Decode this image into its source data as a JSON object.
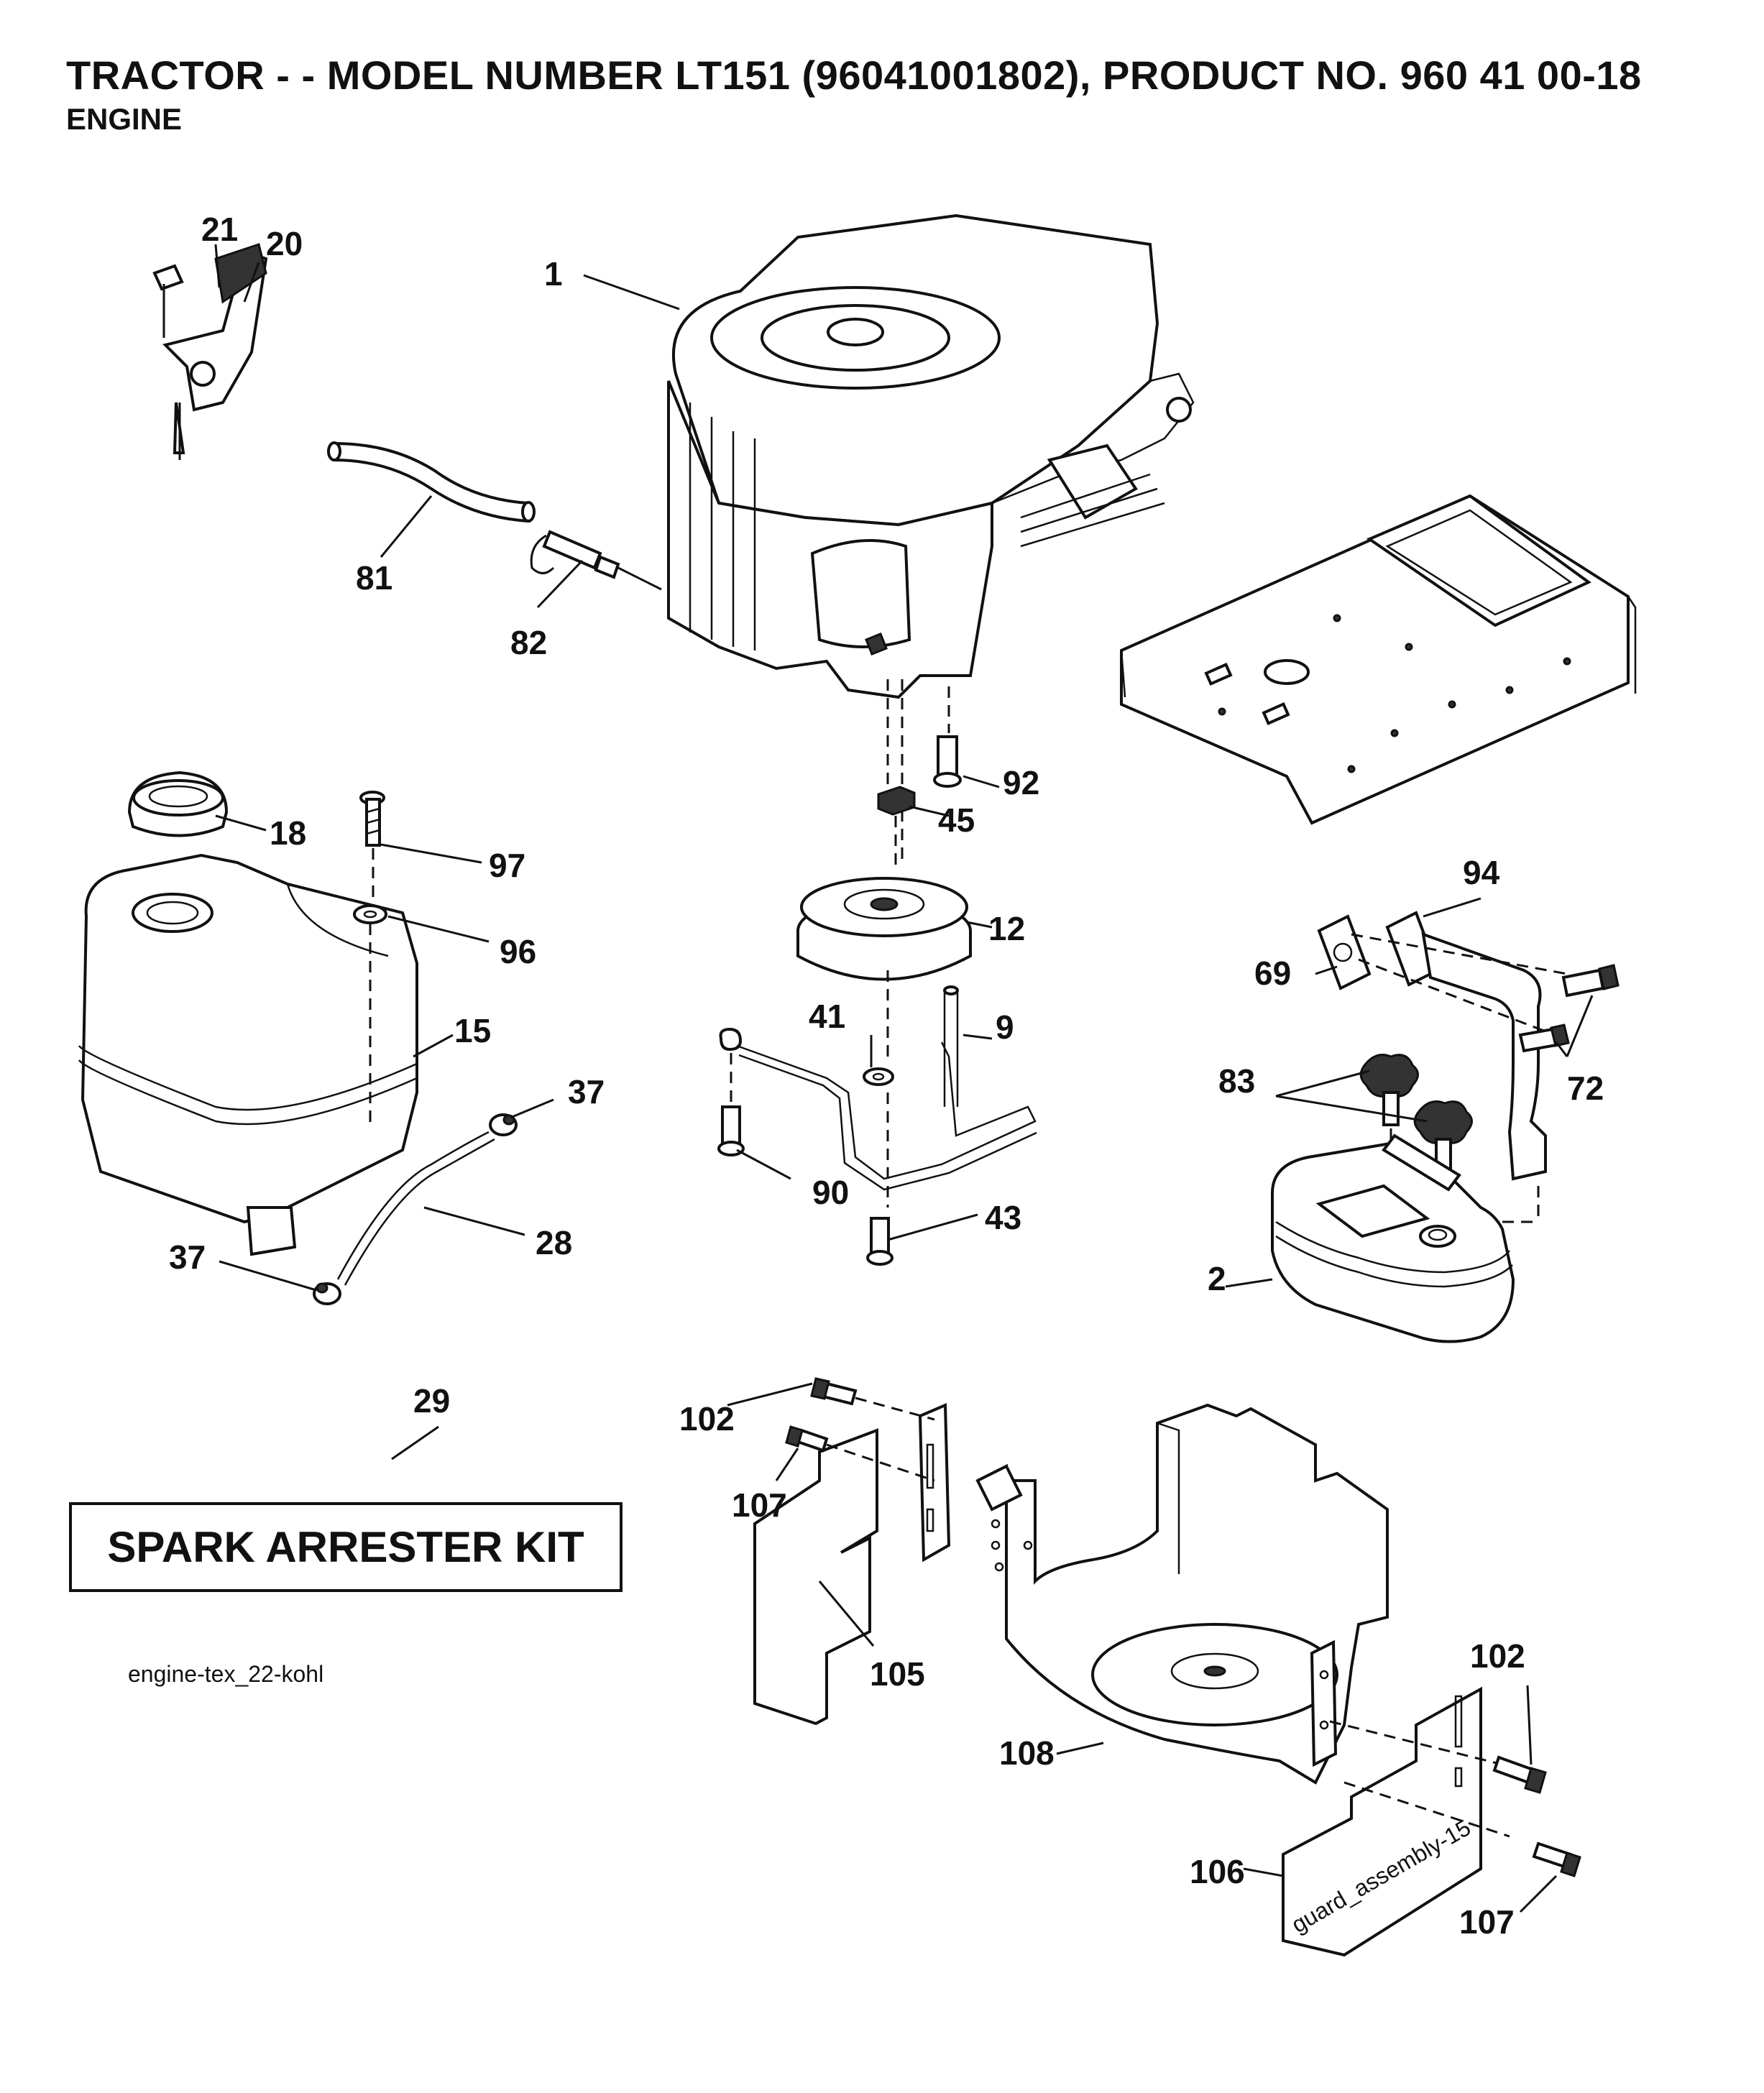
{
  "header": {
    "title": "TRACTOR - - MODEL NUMBER LT151 (96041001802), PRODUCT NO. 960 41 00-18",
    "subtitle": "ENGINE"
  },
  "callouts": {
    "p1": "1",
    "p2": "2",
    "p9": "9",
    "p12": "12",
    "p15": "15",
    "p18": "18",
    "p20": "20",
    "p21": "21",
    "p28": "28",
    "p29": "29",
    "p37a": "37",
    "p37b": "37",
    "p41": "41",
    "p43": "43",
    "p45": "45",
    "p69": "69",
    "p72": "72",
    "p81": "81",
    "p82": "82",
    "p83": "83",
    "p90": "90",
    "p92": "92",
    "p94": "94",
    "p96": "96",
    "p97": "97",
    "p102a": "102",
    "p102b": "102",
    "p105": "105",
    "p106": "106",
    "p107a": "107",
    "p107b": "107",
    "p108": "108"
  },
  "kit_label": "SPARK ARRESTER KIT",
  "drawing_ref": "engine-tex_22-kohl",
  "guard_ref": "guard_assembly-15"
}
